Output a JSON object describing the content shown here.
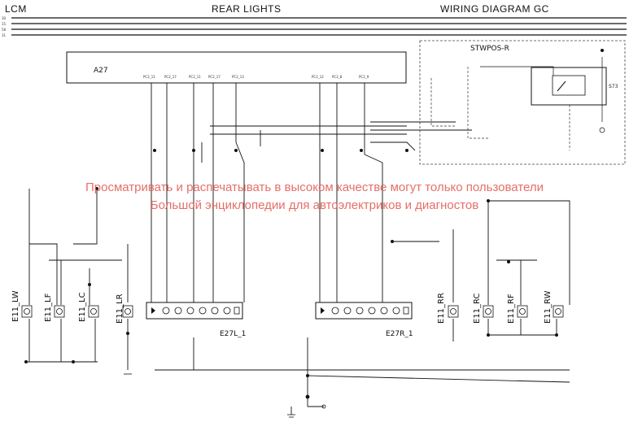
{
  "header": {
    "left": "LCM",
    "center": "REAR LIGHTS",
    "right": "WIRING DIAGRAM GC"
  },
  "modules": {
    "lcm": "A27",
    "switch": "S73",
    "switch_title": "STWPOS-R"
  },
  "lamps": {
    "left_cluster": "E27L_1",
    "right_cluster": "E27R_1",
    "lw": "E11_LW",
    "lf": "E11_LF",
    "lc": "E11_LC",
    "lr": "E11_LR",
    "rr": "E11_RR",
    "rc": "E11_RC",
    "rf": "E11_RF",
    "rw": "E11_RW"
  },
  "watermark": {
    "line1": "Просматривать и распечатывать в высоком качестве могут только пользователи",
    "line2": "Большой энциклопедии для автоэлектриков и диагностов"
  }
}
